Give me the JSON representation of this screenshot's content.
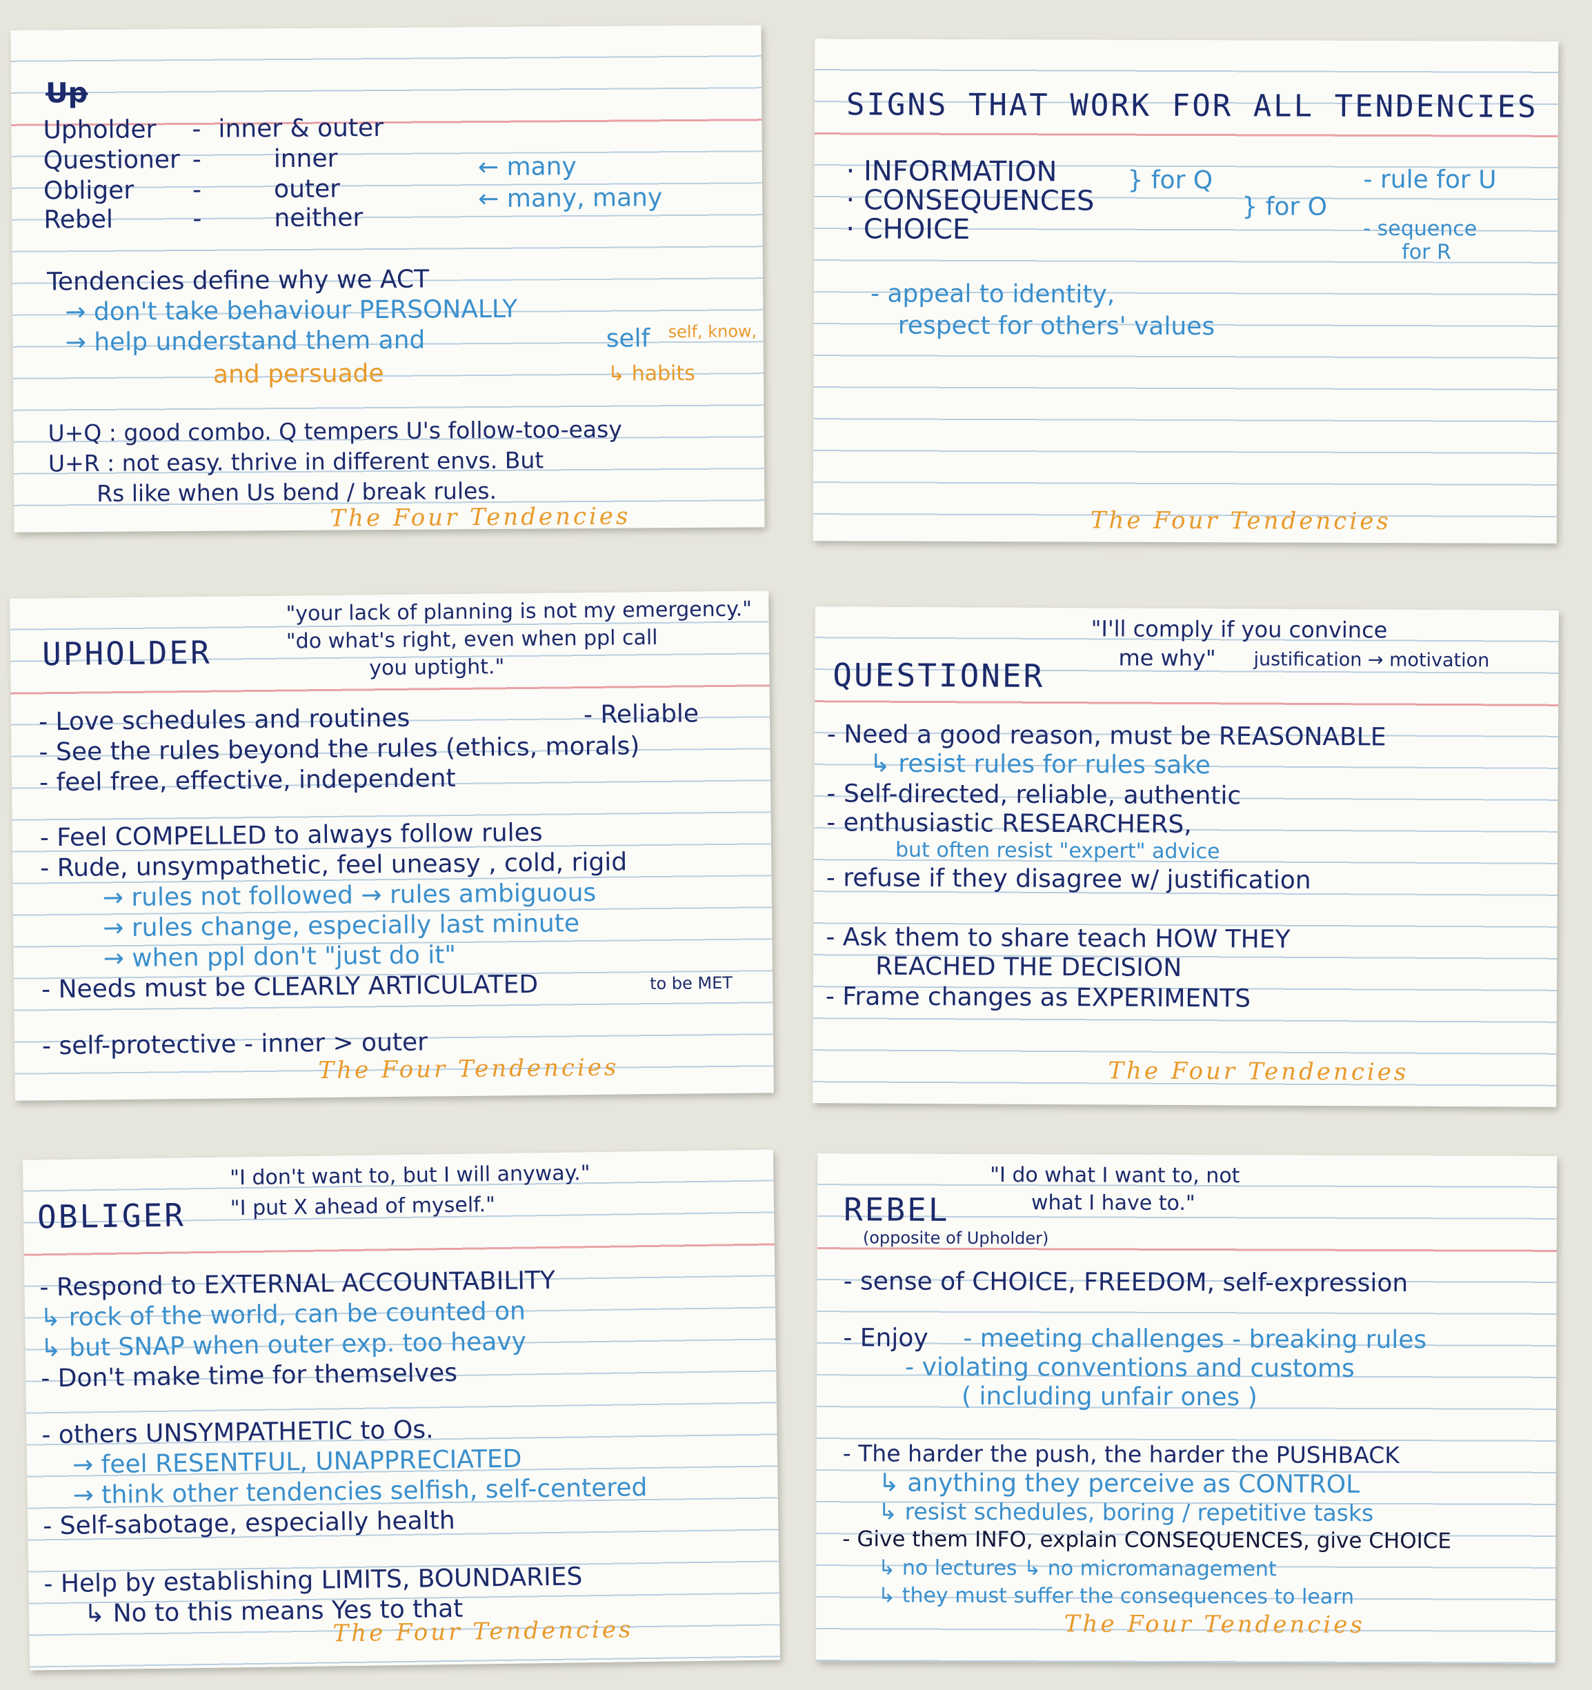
{
  "card1": {
    "scribble": "Up",
    "rows": [
      {
        "name": "Upholder",
        "dash": "-",
        "value": "inner & outer",
        "note": ""
      },
      {
        "name": "Questioner",
        "dash": "-",
        "value": "inner",
        "note": "← many"
      },
      {
        "name": "Obliger",
        "dash": "-",
        "value": "outer",
        "note": "← many, many"
      },
      {
        "name": "Rebel",
        "dash": "-",
        "value": "neither",
        "note": ""
      }
    ],
    "define": "Tendencies define why we ACT",
    "sub1": "→ don't take behaviour PERSONALLY",
    "sub2": "→ help understand them and",
    "self": "self",
    "self_note": "self, know,",
    "persuade": "and persuade",
    "habits": "↳ habits",
    "combo1": "U+Q : good combo. Q tempers U's follow-too-easy",
    "combo2": "U+R : not easy. thrive in different envs. But",
    "combo3": "Rs like when Us bend / break rules.",
    "footer": "The Four Tendencies"
  },
  "card2": {
    "title": "SIGNS THAT WORK FOR ALL TENDENCIES",
    "items": [
      "· INFORMATION",
      "· CONSEQUENCES",
      "· CHOICE"
    ],
    "for_q": "} for Q",
    "for_o": "} for O",
    "rule_u": "- rule for U",
    "seq_r1": "- sequence",
    "seq_r2": "for R",
    "appeal1": "- appeal to identity,",
    "appeal2": "respect for others' values",
    "footer": "The Four Tendencies"
  },
  "card3": {
    "quote1": "\"your lack of planning is not my emergency.\"",
    "quote2": "\"do what's right, even when ppl call",
    "quote3": "you uptight.\"",
    "title": "UPHOLDER",
    "lines": [
      "- Love schedules and routines",
      "- See the rules beyond the rules (ethics, morals)",
      "- feel free, effective, independent"
    ],
    "reliable": "- Reliable",
    "compelled": "- Feel COMPELLED to always follow rules",
    "rude": "- Rude, unsympathetic, feel uneasy , cold, rigid",
    "sub": [
      "→ rules not followed → rules ambiguous",
      "→ rules change, especially last minute",
      "→ when ppl don't \"just do it\""
    ],
    "needs": "- Needs must be CLEARLY ARTICULATED",
    "to_be_met": "to be MET",
    "self_prot": "- self-protective - inner > outer",
    "footer": "The Four Tendencies"
  },
  "card4": {
    "quote1": "\"I'll comply if you convince",
    "quote2": "me why\"",
    "justification": "justification → motivation",
    "title": "QUESTIONER",
    "need": "- Need a good reason, must be REASONABLE",
    "resist": "↳ resist rules for rules sake",
    "self_directed": "- Self-directed, reliable, authentic",
    "enthusiastic": "- enthusiastic RESEARCHERS,",
    "expert": "but often resist \"expert\" advice",
    "refuse": "- refuse if they disagree w/ justification",
    "ask1": "- Ask them to share teach HOW THEY",
    "ask2": "REACHED THE DECISION",
    "frame": "- Frame changes as EXPERIMENTS",
    "footer": "The Four Tendencies"
  },
  "card5": {
    "quote1": "\"I don't want to, but I will anyway.\"",
    "quote2": "\"I put X ahead of myself.\"",
    "title": "OBLIGER",
    "respond": "- Respond to EXTERNAL ACCOUNTABILITY",
    "rock": "↳ rock of the world, can be counted on",
    "snap": "↳ but SNAP when outer exp. too heavy",
    "dont": "- Don't make time for themselves",
    "others": "- others UNSYMPATHETIC to Os.",
    "resentful": "→ feel RESENTFUL, UNAPPRECIATED",
    "think": "→ think other tendencies selfish, self-centered",
    "sabotage": "- Self-sabotage, especially health",
    "help": "- Help by establishing LIMITS, BOUNDARIES",
    "no_yes": "↳ No to this means Yes to that",
    "footer": "The Four Tendencies"
  },
  "card6": {
    "quote1": "\"I do what I want to, not",
    "quote2": "what I have to.\"",
    "title": "REBEL",
    "opposite": "(opposite of Upholder)",
    "sense": "- sense of CHOICE, FREEDOM, self-expression",
    "enjoy": "- Enjoy",
    "meeting": "- meeting challenges - breaking rules",
    "violating": "- violating conventions and customs",
    "including": "( including unfair ones )",
    "harder": "- The harder the push, the harder the PUSHBACK",
    "anything": "↳ anything they perceive as CONTROL",
    "resist": "↳ resist schedules, boring / repetitive tasks",
    "give": "- Give them INFO, explain CONSEQUENCES, give CHOICE",
    "no_lectures": "↳ no lectures ↳ no micromanagement",
    "suffer": "↳ they must suffer the consequences to learn",
    "footer": "The Four Tendencies"
  }
}
